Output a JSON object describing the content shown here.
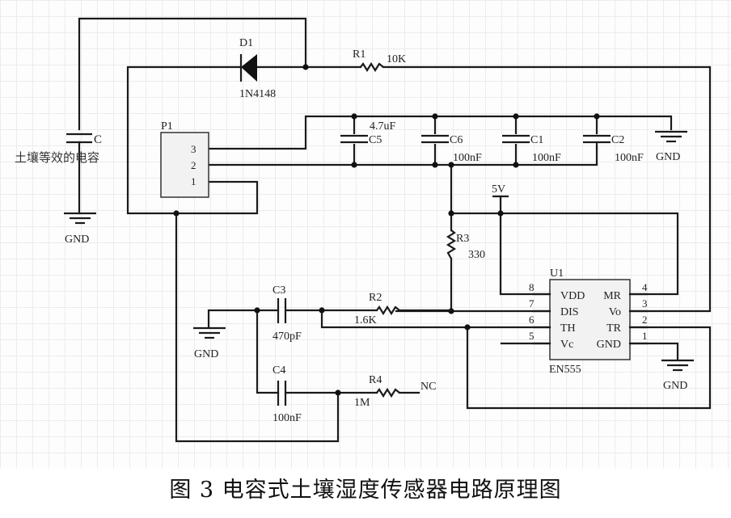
{
  "caption": "图 3  电容式土壤湿度传感器电路原理图",
  "labels": {
    "soil_cap_ref": "C",
    "soil_cap_desc": "土壤等效的电容",
    "gnd": "GND",
    "d1_ref": "D1",
    "d1_value": "1N4148",
    "r1_ref": "R1",
    "r1_value": "10K",
    "p1_ref": "P1",
    "p1_pins": [
      "3",
      "2",
      "1"
    ],
    "c5_ref": "C5",
    "c5_value": "4.7uF",
    "c6_ref": "C6",
    "c6_value": "100nF",
    "c1_ref": "C1",
    "c1_value": "100nF",
    "c2_ref": "C2",
    "c2_value": "100nF",
    "vcc": "5V",
    "r3_ref": "R3",
    "r3_value": "330",
    "u1_ref": "U1",
    "u1_part": "EN555",
    "u1_left_pins": [
      {
        "num": "8",
        "name": "VDD"
      },
      {
        "num": "7",
        "name": "DIS"
      },
      {
        "num": "6",
        "name": "TH"
      },
      {
        "num": "5",
        "name": "Vc"
      }
    ],
    "u1_right_pins": [
      {
        "num": "4",
        "name": "MR"
      },
      {
        "num": "3",
        "name": "Vo"
      },
      {
        "num": "2",
        "name": "TR"
      },
      {
        "num": "1",
        "name": "GND"
      }
    ],
    "c3_ref": "C3",
    "c3_value": "470pF",
    "r2_ref": "R2",
    "r2_value": "1.6K",
    "c4_ref": "C4",
    "c4_value": "100nF",
    "r4_ref": "R4",
    "r4_value": "1M",
    "nc": "NC"
  }
}
